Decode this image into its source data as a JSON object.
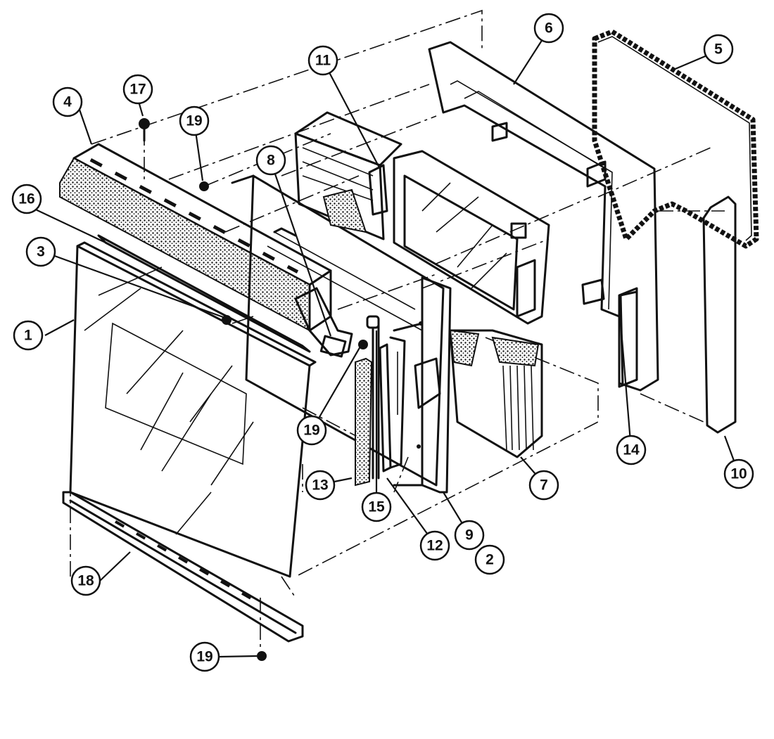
{
  "diagram": {
    "callouts": [
      {
        "id": "c1",
        "label": "1"
      },
      {
        "id": "c2",
        "label": "2"
      },
      {
        "id": "c3",
        "label": "3"
      },
      {
        "id": "c4",
        "label": "4"
      },
      {
        "id": "c5",
        "label": "5"
      },
      {
        "id": "c6",
        "label": "6"
      },
      {
        "id": "c7",
        "label": "7"
      },
      {
        "id": "c8",
        "label": "8"
      },
      {
        "id": "c9",
        "label": "9"
      },
      {
        "id": "c10",
        "label": "10"
      },
      {
        "id": "c11",
        "label": "11"
      },
      {
        "id": "c12",
        "label": "12"
      },
      {
        "id": "c13",
        "label": "13"
      },
      {
        "id": "c14",
        "label": "14"
      },
      {
        "id": "c15",
        "label": "15"
      },
      {
        "id": "c16",
        "label": "16"
      },
      {
        "id": "c17",
        "label": "17"
      },
      {
        "id": "c18",
        "label": "18"
      },
      {
        "id": "c19a",
        "label": "19"
      },
      {
        "id": "c19b",
        "label": "19"
      },
      {
        "id": "c19c",
        "label": "19"
      }
    ]
  }
}
